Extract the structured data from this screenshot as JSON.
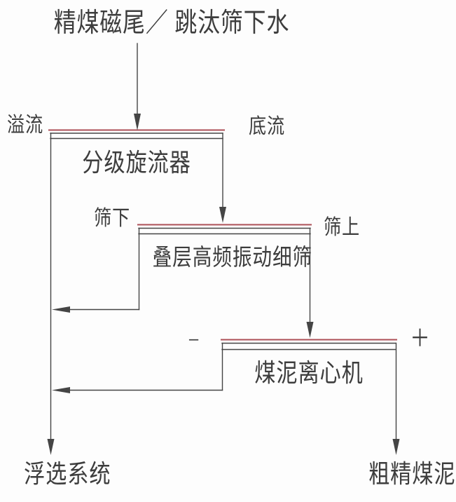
{
  "diagram": {
    "title": "精煤磁尾／ 跳汰筛下水",
    "colors": {
      "background": "#fdfdfd",
      "line": "#454545",
      "accent_red": "#ad4f56",
      "text": "#3d3d3d"
    },
    "nodes": [
      {
        "name": "classifying-cyclone",
        "label": "分级旋流器",
        "left_port": "溢流",
        "right_port": "底流"
      },
      {
        "name": "stacked-high-frequency-vibrating-fine-screen",
        "label": "叠层高频振动细筛",
        "left_port": "筛下",
        "right_port": "筛上"
      },
      {
        "name": "slime-centrifuge",
        "label": "煤泥离心机",
        "left_port": "−",
        "right_port": "＋"
      }
    ],
    "outputs": {
      "left": "浮选系统",
      "right": "粗精煤泥"
    }
  }
}
